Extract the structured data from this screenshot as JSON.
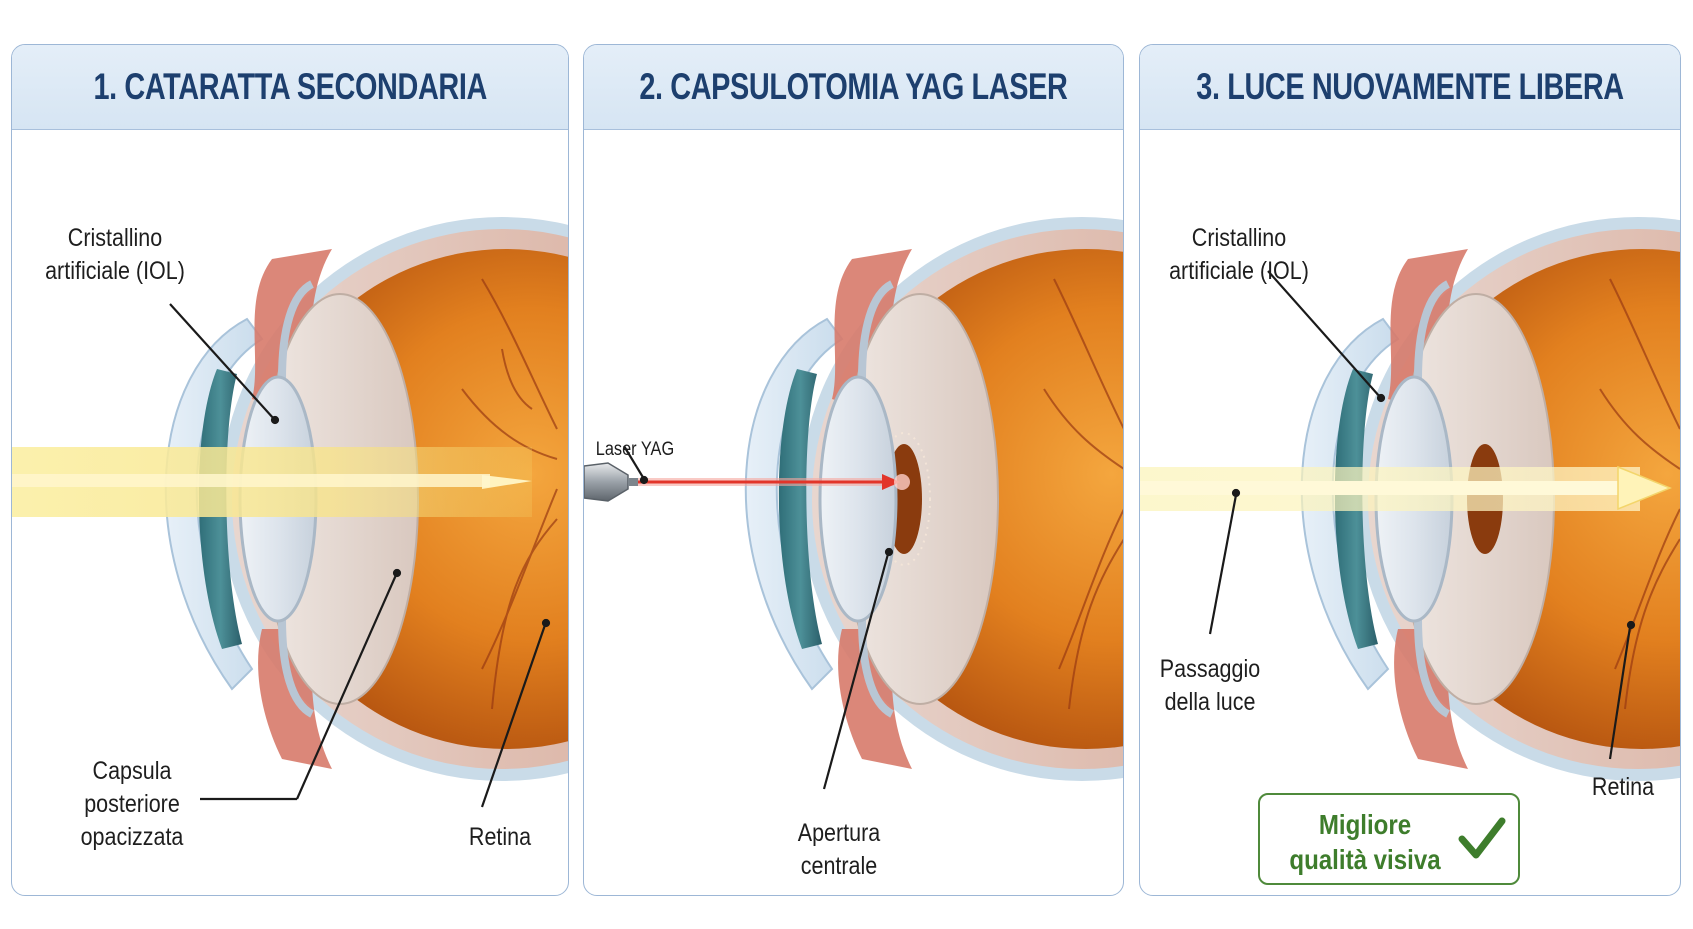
{
  "panels": [
    {
      "title": "1. CATARATTA SECONDARIA",
      "labels": {
        "iol": [
          "Cristallino",
          "artificiale (IOL)"
        ],
        "capsule": [
          "Capsula",
          "posteriore",
          "opacizzata"
        ],
        "retina": "Retina"
      }
    },
    {
      "title": "2. CAPSULOTOMIA YAG LASER",
      "labels": {
        "laser": "Laser YAG",
        "opening": [
          "Apertura",
          "centrale"
        ]
      }
    },
    {
      "title": "3. LUCE NUOVAMENTE LIBERA",
      "labels": {
        "iol": [
          "Cristallino",
          "artificiale (IOL)"
        ],
        "light": [
          "Passaggio",
          "della luce"
        ],
        "retina": "Retina"
      },
      "badge": [
        "Migliore",
        "qualità visiva"
      ]
    }
  ],
  "icons": [
    "check-icon",
    "laser-probe-icon"
  ],
  "colors": {
    "title": "#1d3f6e",
    "header_bg": "#dbe8f5",
    "panel_border": "#9db7d6",
    "eye_interior": "#d9741c",
    "iris": "#3f7f86",
    "light_beam": "#f6e27a",
    "laser_beam": "#e2352a",
    "badge_green": "#3e7d2c"
  }
}
